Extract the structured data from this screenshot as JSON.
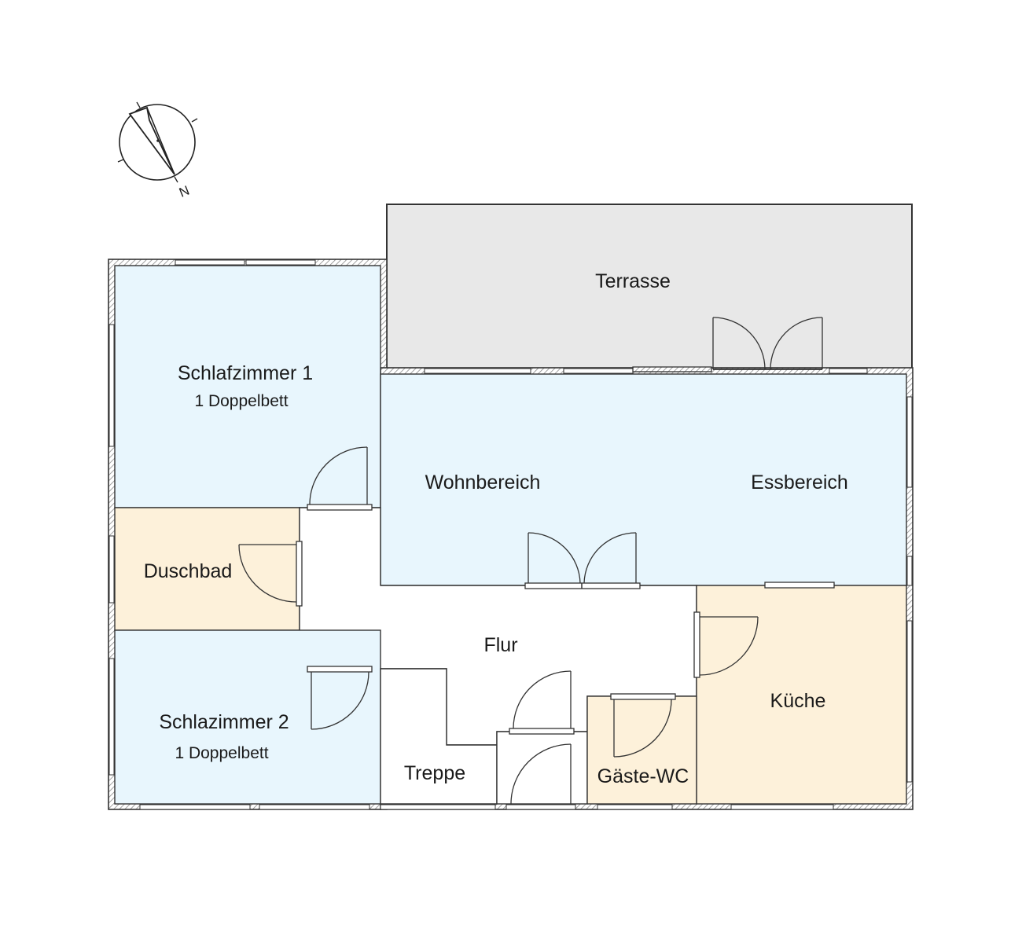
{
  "compass": {
    "letter": "N",
    "icon": "north-arrow-icon"
  },
  "rooms": {
    "terrasse": {
      "label": "Terrasse",
      "color": "#e8e8e8"
    },
    "schlafzimmer1": {
      "label": "Schlafzimmer 1",
      "sub": "1 Doppelbett",
      "color": "#e8f6fd"
    },
    "wohnbereich": {
      "label": "Wohnbereich",
      "color": "#e8f6fd"
    },
    "essbereich": {
      "label": "Essbereich",
      "color": "#e8f6fd"
    },
    "duschbad": {
      "label": "Duschbad",
      "color": "#fdf1da"
    },
    "flur": {
      "label": "Flur",
      "color": "#ffffff"
    },
    "kueche": {
      "label": "Küche",
      "color": "#fdf1da"
    },
    "schlafzimmer2": {
      "label": "Schlazimmer 2",
      "sub": "1 Doppelbett",
      "color": "#e8f6fd"
    },
    "treppe": {
      "label": "Treppe",
      "color": "#ffffff"
    },
    "gaeste_wc": {
      "label": "Gäste-WC",
      "color": "#fdf1da"
    }
  },
  "colors": {
    "wall": "#333333",
    "hatch": "#8a8a8a",
    "blue_room": "#e8f6fd",
    "beige_room": "#fdf1da",
    "terrace": "#e8e8e8"
  }
}
